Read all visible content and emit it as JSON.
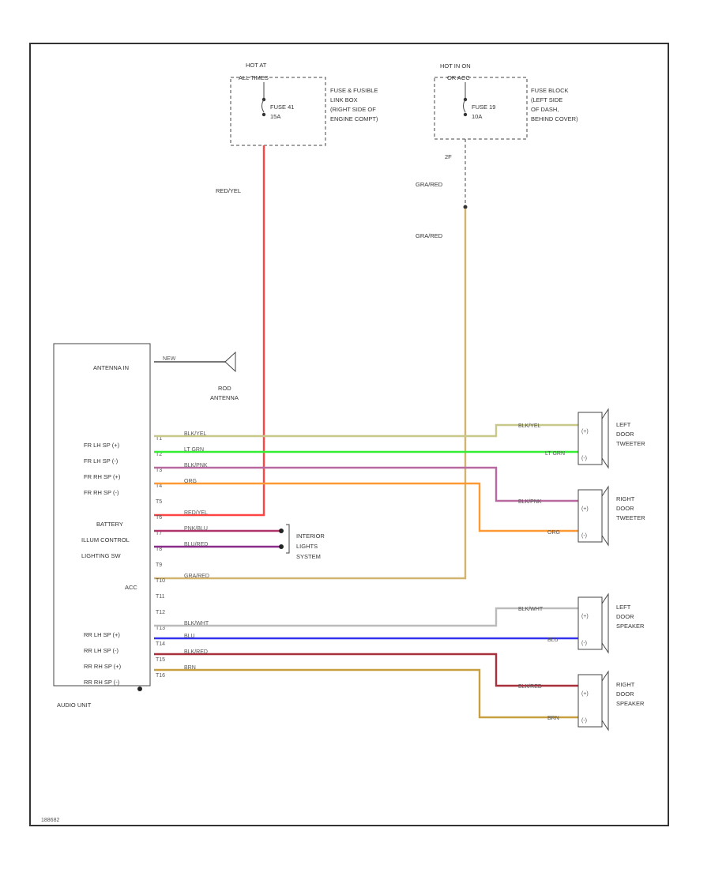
{
  "fuse_left": {
    "hot": "HOT AT",
    "hot2": "ALL TIMES",
    "fuse": "FUSE 41",
    "amps": "15A",
    "desc": [
      "FUSE & FUSIBLE",
      "LINK BOX",
      "(RIGHT SIDE OF",
      "ENGINE COMPT)"
    ]
  },
  "fuse_right": {
    "hot": "HOT IN ON",
    "hot2": "OR ACC",
    "fuse": "FUSE 19",
    "amps": "10A",
    "desc": [
      "FUSE BLOCK",
      "(LEFT SIDE",
      "OF DASH,",
      "BEHIND COVER)"
    ]
  },
  "wire_red_label": "RED/YEL",
  "wire_gry_label1": "GRA/RED",
  "wire_gry_label2": "GRA/RED",
  "connector_2f": "2F",
  "audio_unit": {
    "title": "AUDIO UNIT",
    "antenna_in": "ANTENNA IN",
    "labels": [
      "FR LH SP (+)",
      "FR LH SP (-)",
      "FR RH SP (+)",
      "FR RH SP (-)",
      "BATTERY",
      "ILLUM CONTROL",
      "LIGHTING SW",
      "ACC",
      "RR LH SP (+)",
      "RR LH SP (-)",
      "RR RH SP (+)",
      "RR RH SP (-)"
    ],
    "pins": [
      "T1",
      "T2",
      "T3",
      "T4",
      "T5",
      "T6",
      "T7",
      "T8",
      "T9",
      "T10",
      "T11",
      "T12",
      "T13",
      "T14",
      "T15",
      "T16"
    ]
  },
  "antenna": {
    "wire": "NEW",
    "label": [
      "ROD",
      "ANTENNA"
    ]
  },
  "wires": {
    "w1": "BLK/YEL",
    "w2": "LT GRN",
    "w3": "BLK/PNK",
    "w4": "ORG",
    "w6": "RED/YEL",
    "w7": "PNK/BLU",
    "w8": "BLU/RED",
    "w10": "GRA/RED",
    "w13": "BLK/WHT",
    "w14": "BLU",
    "w15": "BLK/RED",
    "w16": "BRN"
  },
  "right_wires": {
    "a": "BLK/YEL",
    "b": "LT GRN",
    "c": "BLK/PNK",
    "d": "ORG",
    "e": "BLK/WHT",
    "f": "BLU",
    "g": "BLK/RED",
    "h": "BRN"
  },
  "interior_lights": [
    "INTERIOR",
    "LIGHTS",
    "SYSTEM"
  ],
  "speakers": [
    {
      "label": [
        "LEFT",
        "DOOR",
        "TWEETER"
      ],
      "pin_pos": "(+)",
      "pin_neg": "(-)"
    },
    {
      "label": [
        "RIGHT",
        "DOOR",
        "TWEETER"
      ],
      "pin_pos": "(+)",
      "pin_neg": "(-)"
    },
    {
      "label": [
        "LEFT",
        "DOOR",
        "SPEAKER"
      ],
      "pin_pos": "(+)",
      "pin_neg": "(-)"
    },
    {
      "label": [
        "RIGHT",
        "DOOR",
        "SPEAKER"
      ],
      "pin_pos": "(+)",
      "pin_neg": "(-)"
    }
  ],
  "figure_code": "188682",
  "colors": {
    "red_yel": "#ff4444",
    "gra_red": "#d2b46e",
    "blk_yel": "#c8c88a",
    "lt_grn": "#33ee33",
    "blk_pnk": "#b86aa0",
    "org": "#ff9933",
    "pnk_blu": "#b0336a",
    "blu_red": "#8a2b8a",
    "gra_red_h": "#a8a830",
    "blk_wht": "#bbbbbb",
    "blu": "#3333ee",
    "blk_red": "#a8303c",
    "brn": "#c8a040"
  }
}
